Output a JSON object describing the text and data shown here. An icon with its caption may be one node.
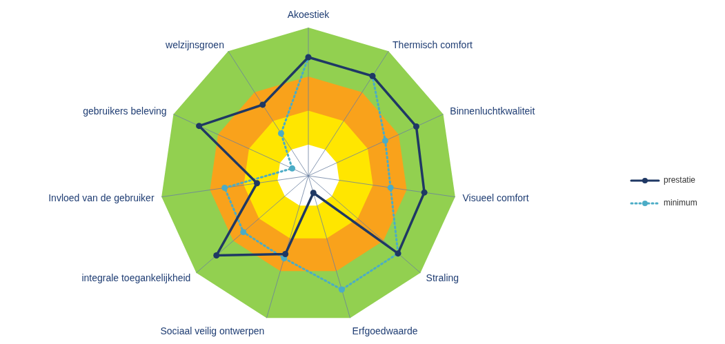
{
  "diagram": {
    "labels": [
      "Akoestiek",
      "welzijnsgroen",
      "Thermisch comfort",
      "gebruikers beleving",
      "Binnenluchtkwaliteit",
      "Invloed van de gebruiker",
      "Visueel comfort",
      "integrale toegankelijkheid",
      "Straling",
      "Sociaal veilig ontwerpen",
      "Erfgoedwaarde"
    ],
    "legend": [
      {
        "text": "prestatie"
      },
      {
        "text": "minimum"
      }
    ]
  }
}
